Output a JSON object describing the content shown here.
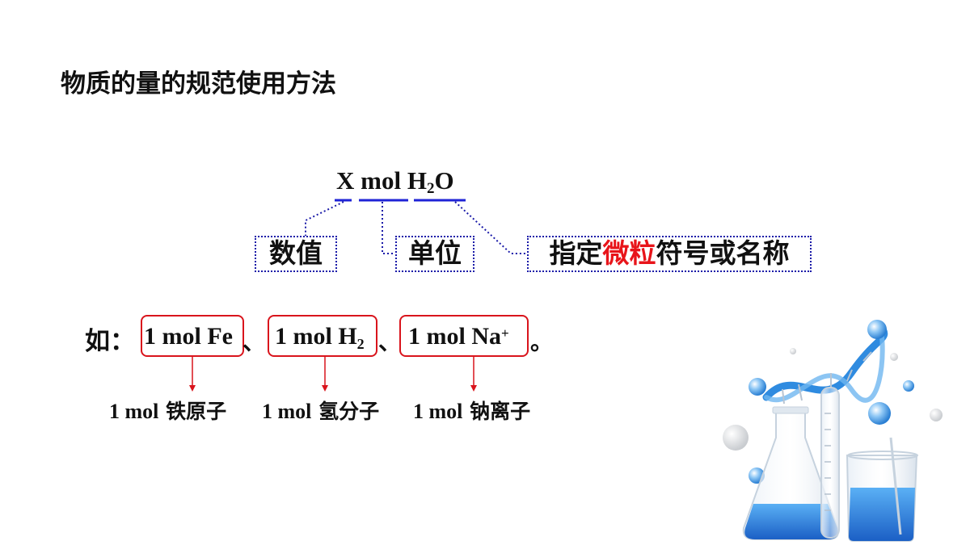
{
  "slide": {
    "title": "物质的量的规范使用方法"
  },
  "formula": {
    "x": "X",
    "unit": "mol",
    "species_main": "H",
    "species_sub": "2",
    "species_end": "O"
  },
  "parts": {
    "value_label": "数值",
    "unit_label": "单位",
    "particle_prefix": "指定",
    "particle_highlight": "微粒",
    "particle_suffix": "符号或名称"
  },
  "examples": {
    "lead": "如：",
    "items": [
      {
        "text": "1 mol Fe",
        "sub": "",
        "sup": "",
        "meaning_num": "1 mol",
        "meaning_cn": "铁原子"
      },
      {
        "text": "1 mol H",
        "sub": "2",
        "sup": "",
        "meaning_num": "1 mol",
        "meaning_cn": "氢分子"
      },
      {
        "text": "1 mol Na",
        "sub": "",
        "sup": "+",
        "meaning_num": "1 mol",
        "meaning_cn": "钠离子"
      }
    ],
    "separator": "、",
    "end": "。"
  },
  "colors": {
    "underline": "#1f23d6",
    "dotted_border": "#1a1aa8",
    "highlight": "#e8141a",
    "example_box": "#d9141c"
  },
  "illustration": {
    "icon": "chemistry-lab-glassware-dna-illustration"
  }
}
